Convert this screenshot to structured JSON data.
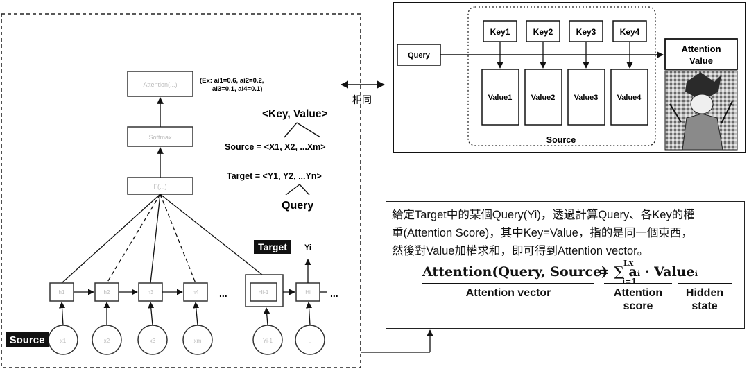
{
  "left_panel": {
    "output_box_text": "Attention(...)",
    "weights_example": [
      "(Ex: ai1=0.6, ai2=0.2,",
      "ai3=0.1, ai4=0.1)"
    ],
    "softmax_text": "Softmax",
    "scores_text": "F(...)",
    "key_value_title": "<Key, Value>",
    "source_eq": "Source = <X1, X2, ...Xm>",
    "target_eq": "Target = <Y1, Y2, ...Yn>",
    "query_label": "Query",
    "target_tag": "Target",
    "source_tag": "Source",
    "yi_label": "Yi",
    "ellipsis": "...",
    "encoder_nodes": [
      "h1",
      "h2",
      "h3",
      "h4"
    ],
    "input_nodes": [
      "x1",
      "x2",
      "x3",
      "xm"
    ],
    "decoder_nodes": [
      "Hi-1",
      "Hi"
    ],
    "decoder_inputs": [
      "Yi-1",
      "."
    ]
  },
  "same_label": "相同",
  "right_panel": {
    "query": "Query",
    "keys": [
      "Key1",
      "Key2",
      "Key3",
      "Key4"
    ],
    "values": [
      "Value1",
      "Value2",
      "Value3",
      "Value4"
    ],
    "source_label": "Source",
    "attention_value": [
      "Attention",
      "Value"
    ]
  },
  "explanation": {
    "lines": [
      "給定Target中的某個Query(Yi)，透過計算Query、各Key的權",
      "重(Attention Score)，其中Key=Value，指的是同一個東西，",
      "然後對Value加權求和，即可得到Attention vector。"
    ],
    "formula_lhs": "Attention(Query, Source)",
    "formula_rhs": "= ∑ aᵢ · Valueᵢ",
    "sum_upper": "Lx",
    "sum_lower": "i=1",
    "lhs_label": "Attention vector",
    "score_label": [
      "Attention",
      "score"
    ],
    "hidden_label": [
      "Hidden",
      "state"
    ]
  }
}
